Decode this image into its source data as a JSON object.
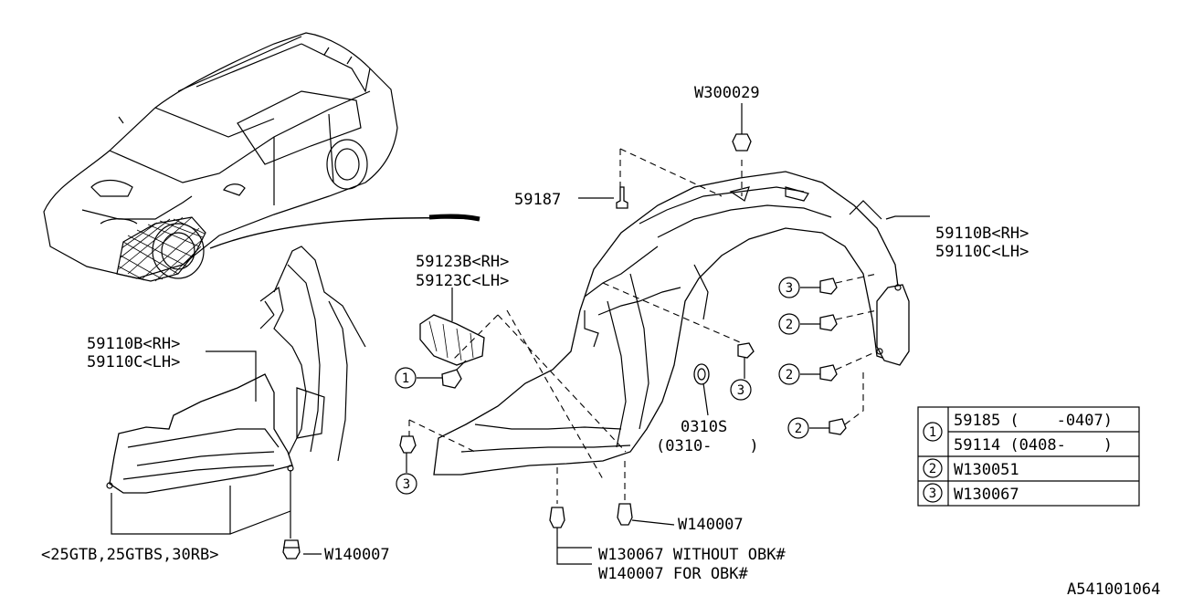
{
  "labels": {
    "w300029": "W300029",
    "p59187": "59187",
    "p59123b": "59123B<RH>",
    "p59123c": "59123C<LH>",
    "p59110b_right": "59110B<RH>",
    "p59110c_right": "59110C<LH>",
    "p59110b_left": "59110B<RH>",
    "p59110c_left": "59110C<LH>",
    "p0310s": "0310S",
    "p0310_range": "(0310-    )",
    "w140007_center": "W140007",
    "w140007_left": "W140007",
    "models": "<25GTB,25GTBS,30RB>",
    "w130067_note": "W130067 WITHOUT OBK#",
    "w140007_note": "W140007 FOR OBK#",
    "diagram_id": "A541001064"
  },
  "callouts": {
    "c1": "1",
    "c2": "2",
    "c3": "3"
  },
  "legend": {
    "rows": [
      {
        "num": "1",
        "parts": [
          "59185 (    -0407)",
          "59114 (0408-    )"
        ]
      },
      {
        "num": "2",
        "parts": [
          "W130051"
        ]
      },
      {
        "num": "3",
        "parts": [
          "W130067"
        ]
      }
    ]
  }
}
